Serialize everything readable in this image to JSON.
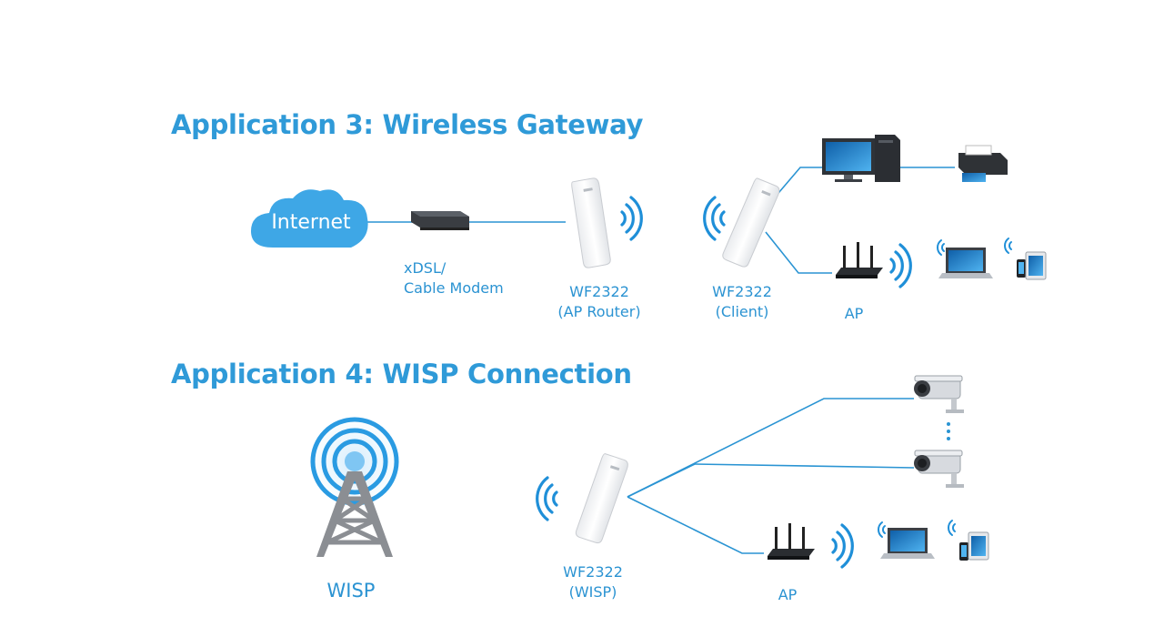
{
  "colors": {
    "accent": "#2f9ad8",
    "line": "#2a94d3",
    "signal": "#1f8fd8",
    "cloud": "#3ea7e6"
  },
  "app3": {
    "title": "Application 3: Wireless Gateway",
    "internet": "Internet",
    "modem": [
      "xDSL/",
      "Cable Modem"
    ],
    "ap_router": [
      "WF2322",
      "(AP Router)"
    ],
    "client": [
      "WF2322",
      "(Client)"
    ],
    "ap": "AP"
  },
  "app4": {
    "title": "Application 4: WISP Connection",
    "wisp": "WISP",
    "wisp_cpe": [
      "WF2322",
      "(WISP)"
    ],
    "ap": "AP"
  },
  "icons": [
    "cloud-icon",
    "modem-icon",
    "outdoor-cpe-icon",
    "wifi-signal-icon",
    "desktop-pc-icon",
    "printer-icon",
    "router-icon",
    "laptop-icon",
    "smartphone-icon",
    "tablet-icon",
    "cell-tower-icon",
    "ip-camera-icon"
  ]
}
